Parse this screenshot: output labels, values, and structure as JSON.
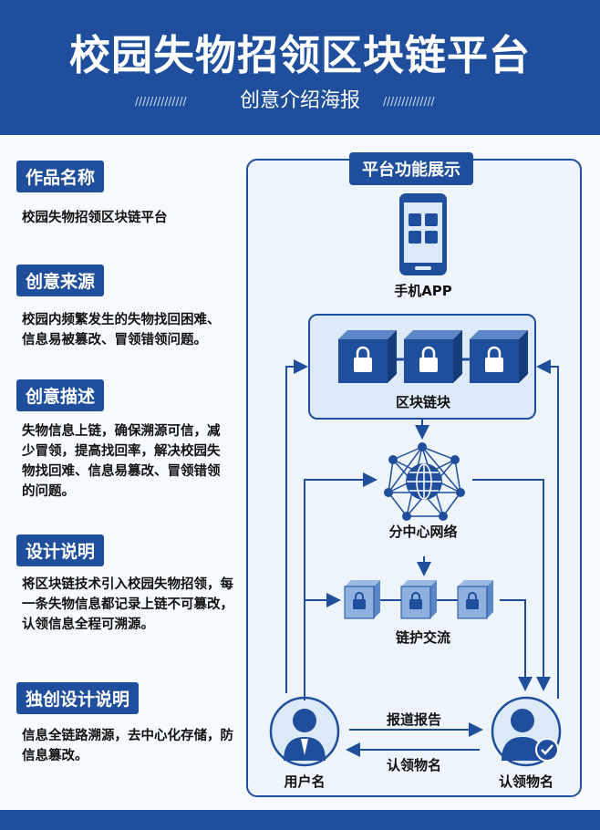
{
  "header": {
    "title": "校园失物招领区块链平台",
    "subtitle": "创意介绍海报"
  },
  "sections": [
    {
      "label": "作品名称",
      "text": "校园失物招领区块链平台"
    },
    {
      "label": "创意来源",
      "text": "校园内频繁发生的失物找回困难、信息易被篡改、冒领错领问题。"
    },
    {
      "label": "创意描述",
      "text": "失物信息上链，确保溯源可信，减少冒领，提高找回率，解决校园失物找回难、信息易篡改、冒领错领的问题。"
    },
    {
      "label": "设计说明",
      "text": "将区块链技术引入校园失物招领，每一条失物信息都记录上链不可篡改，认领信息全程可溯源。"
    },
    {
      "label": "独创设计说明",
      "text": "信息全链路溯源，去中心化存储，防信息篡改。"
    }
  ],
  "diagram": {
    "title": "平台功能展示",
    "phone_label": "手机APP",
    "blockchain_label": "区块链块",
    "network_label": "分中心网络",
    "exchange_label": "链护交流",
    "user_label": "用户名",
    "claimer_label": "认领物名",
    "arrow_right_label": "报道报告",
    "arrow_left_label": "认领物名"
  },
  "colors": {
    "primary": "#1f4f9c",
    "panel_bg": "#eef4fb",
    "accent_light": "#dce9f7"
  }
}
